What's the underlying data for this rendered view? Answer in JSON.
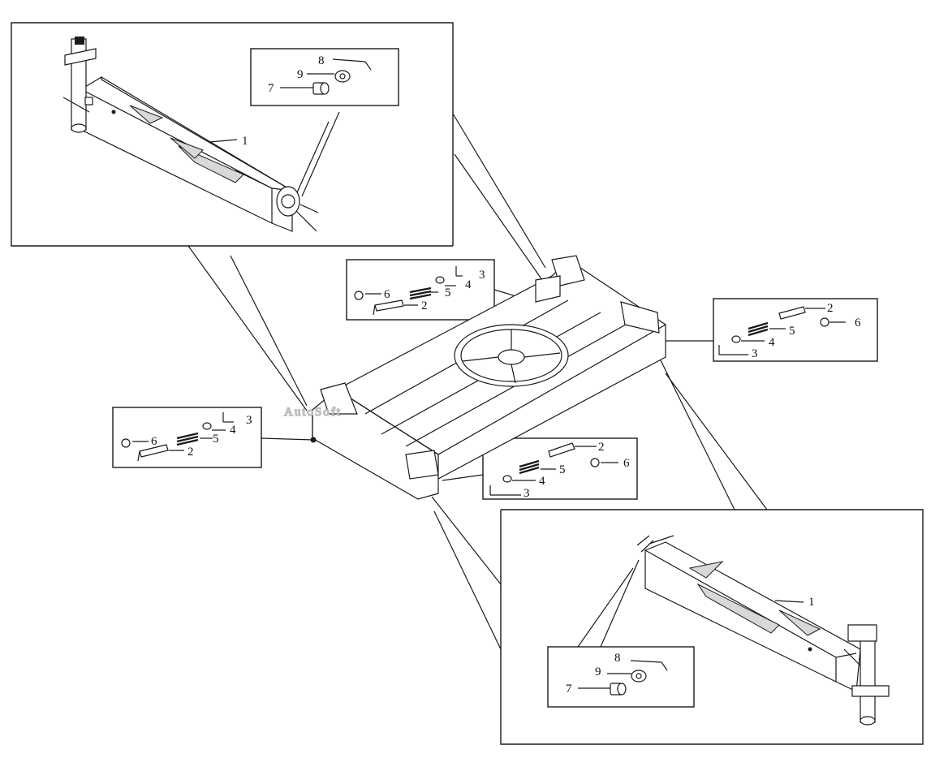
{
  "watermark": "AutoSoft",
  "callouts": {
    "top_left": {
      "beam": "1",
      "pin": "7",
      "washer": "9",
      "cotter": "8"
    },
    "bottom_right": {
      "beam": "1",
      "pin": "7",
      "washer": "9",
      "cotter": "8"
    },
    "mid_top": {
      "cap": "6",
      "bolt": "2",
      "spring": "5",
      "washer": "4",
      "clip": "3"
    },
    "right": {
      "cap": "6",
      "bolt": "2",
      "spring": "5",
      "washer": "4",
      "clip": "3"
    },
    "left": {
      "cap": "6",
      "bolt": "2",
      "spring": "5",
      "washer": "4",
      "clip": "3"
    },
    "mid_bottom": {
      "cap": "6",
      "bolt": "2",
      "spring": "5",
      "washer": "4",
      "clip": "3"
    }
  }
}
